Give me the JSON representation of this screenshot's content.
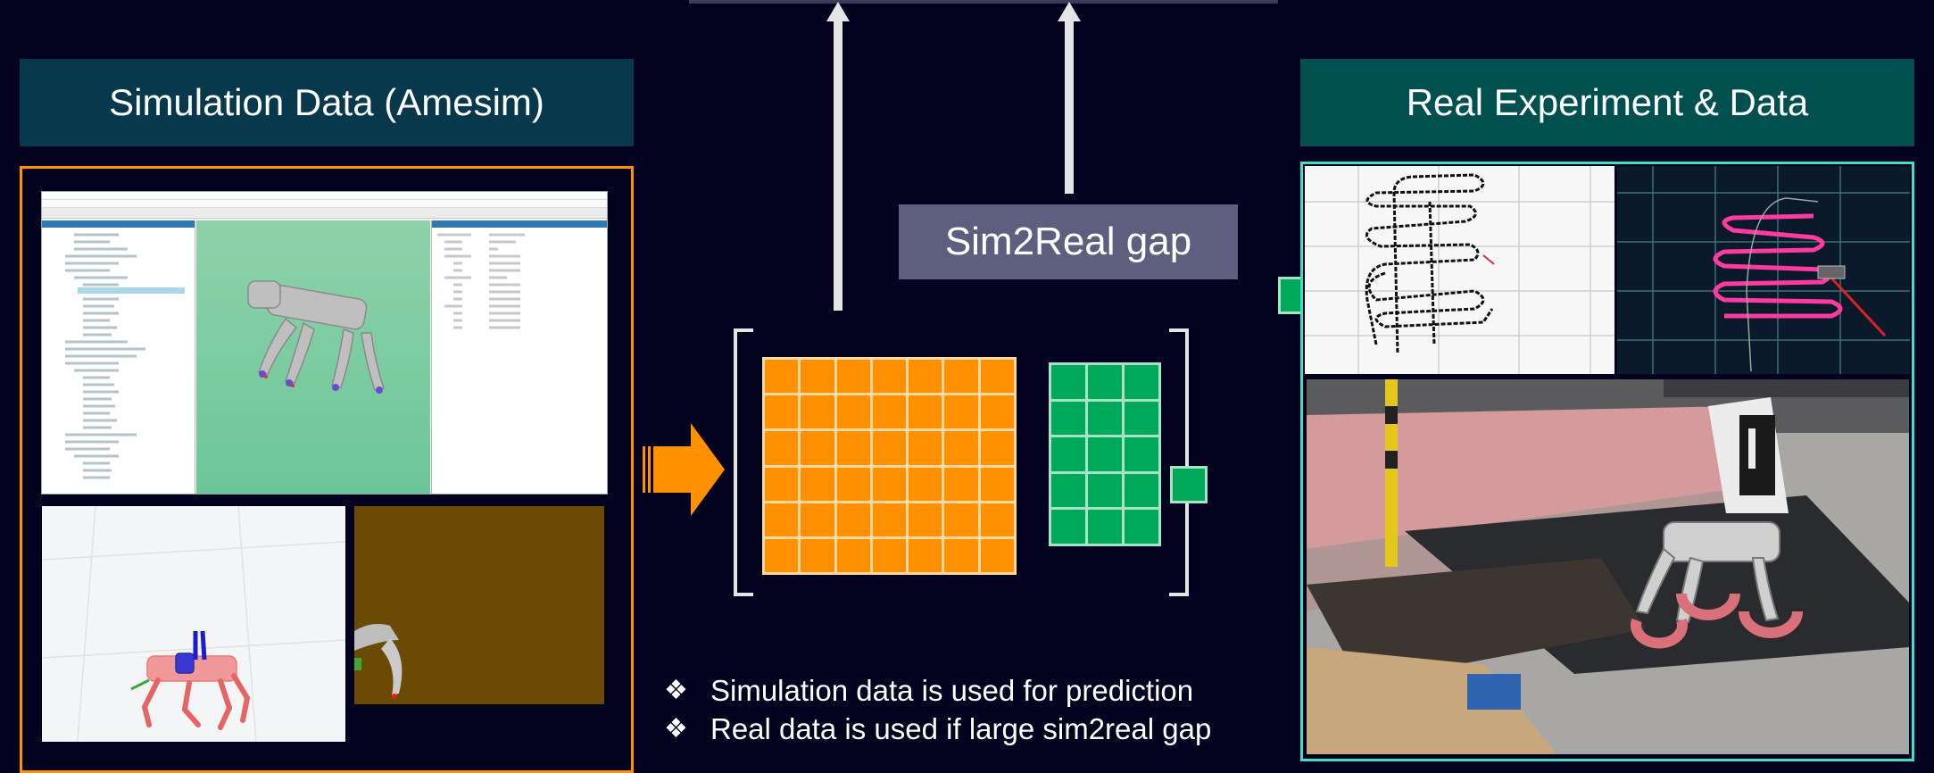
{
  "left_panel": {
    "header": "Simulation Data (Amesim)"
  },
  "right_panel": {
    "header": "Real Experiment & Data"
  },
  "center": {
    "gap_label": "Sim2Real gap",
    "bullets": [
      "Simulation data is used for prediction",
      "Real data is used if large sim2real gap"
    ]
  },
  "colors": {
    "background": "#03031f",
    "header_left": "#08384b",
    "header_right": "#005050",
    "orange": "#ff9000",
    "green": "#00a85a",
    "teal_border": "#3de0c3",
    "gap_box": "#5e5f7e"
  },
  "icons": {
    "bullet": "❖",
    "arrow": "arrow-right-icon"
  }
}
